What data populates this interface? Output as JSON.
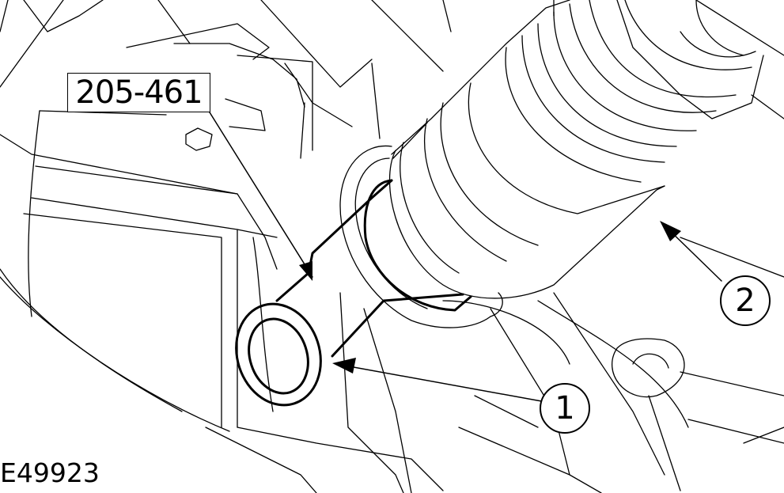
{
  "figure": {
    "tool_number": "205-461",
    "callouts": [
      {
        "id": "1",
        "label": "1"
      },
      {
        "id": "2",
        "label": "2"
      }
    ],
    "figure_id": "E49923"
  },
  "colors": {
    "line": "#000000",
    "background": "#ffffff"
  }
}
